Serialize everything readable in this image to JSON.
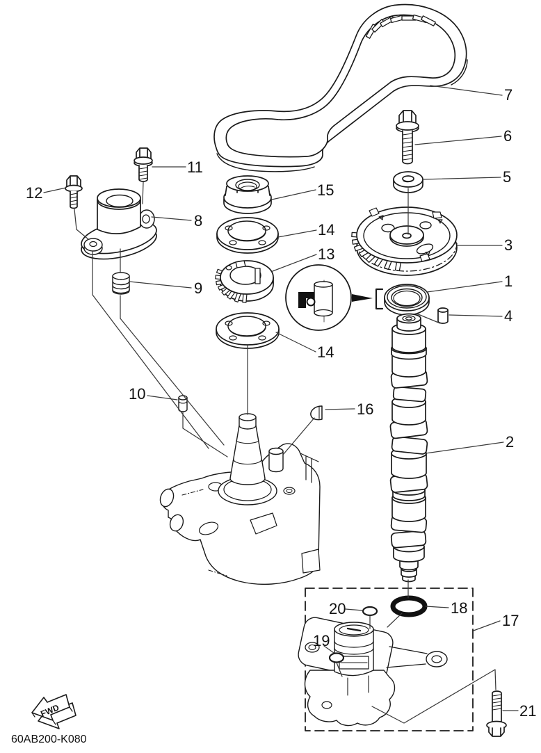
{
  "diagram": {
    "part_code": "60AB200-K080",
    "fwd": "FWD",
    "line_color": "#1a1a1a",
    "leader_color": "#3a3a3a",
    "background": "#ffffff",
    "labels": {
      "l1": "1",
      "l2": "2",
      "l3": "3",
      "l4": "4",
      "l5": "5",
      "l6": "6",
      "l7": "7",
      "l8": "8",
      "l9": "9",
      "l10": "10",
      "l11": "11",
      "l12": "12",
      "l13": "13",
      "l14": "14",
      "l15": "15",
      "l16": "16",
      "l17": "17",
      "l18": "18",
      "l19": "19",
      "l20": "20",
      "l21": "21"
    }
  }
}
